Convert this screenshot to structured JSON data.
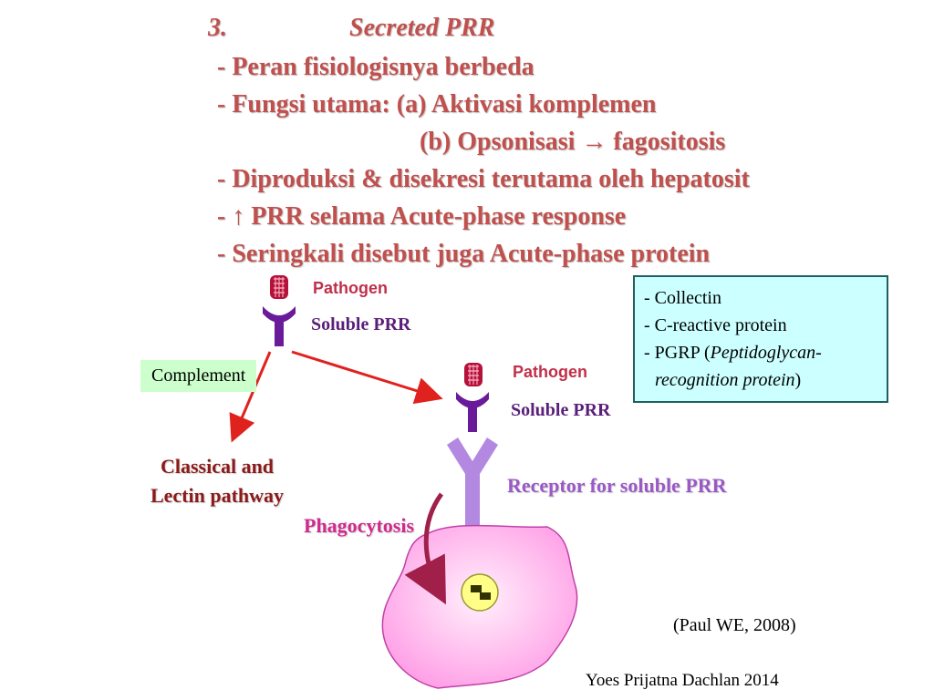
{
  "heading": {
    "number": "3.",
    "title": "Secreted PRR",
    "lines": [
      "-  Peran fisiologisnya berbeda",
      "-  Fungsi utama: (a) Aktivasi komplemen",
      "(b)  Opsonisasi → fagositosis",
      "-  Diproduksi & disekresi terutama oleh hepatosit",
      "- ↑ PRR selama Acute-phase response",
      "-  Seringkali disebut juga Acute-phase protein"
    ]
  },
  "diagram": {
    "pathogen_label_1": "Pathogen",
    "soluble_prr_label_1": "Soluble  PRR",
    "pathogen_label_2": "Pathogen",
    "soluble_prr_label_2": "Soluble  PRR",
    "complement_label": "Complement",
    "classical_line1": "Classical and",
    "classical_line2": "Lectin pathway",
    "receptor_label": "Receptor for soluble  PRR",
    "phagocytosis_label": "Phagocytosis",
    "colors": {
      "pathogen": "#b5123a",
      "soluble_prr": "#6a1b9a",
      "receptor": "#b388e0",
      "cell": "#ffb3f0",
      "arrow": "#e0221e",
      "phago_arrow": "#a0204a"
    }
  },
  "info_box": {
    "item1_prefix": "-",
    "item1": "Collectin",
    "item2_prefix": "-",
    "item2": "C-reactive protein",
    "item3_prefix": "-",
    "item3_label": "PGRP (",
    "item3_italic_a": "Peptidoglycan-",
    "item3_italic_b": "recognition protein",
    "item3_close": ")"
  },
  "citation": "(Paul WE, 2008)",
  "footer": "Yoes Prijatna Dachlan 2014"
}
